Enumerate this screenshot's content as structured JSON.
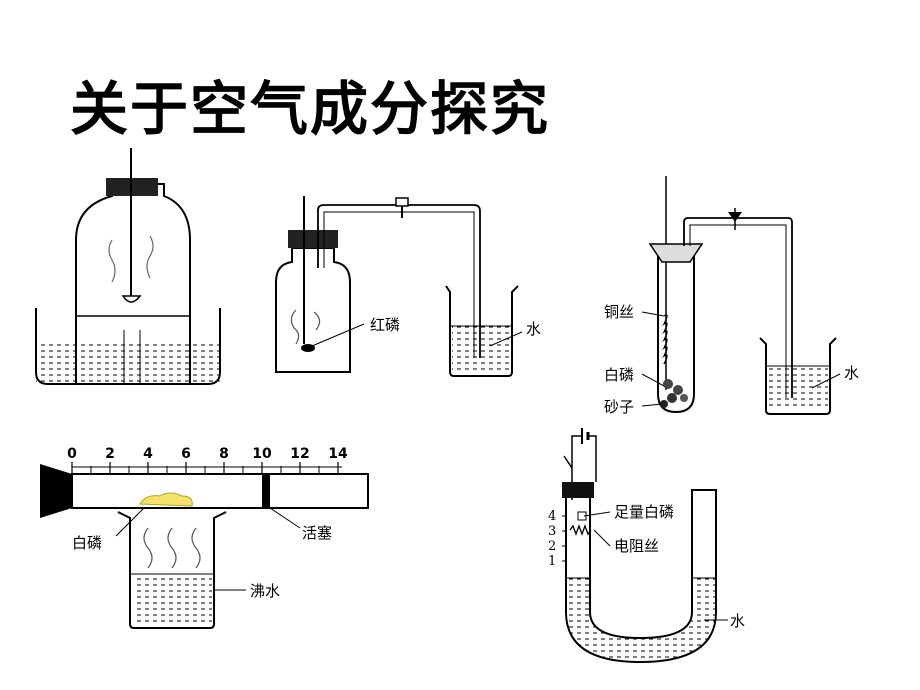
{
  "title": "关于空气成分探究",
  "fig2": {
    "phosphorus": "红磷",
    "water": "水"
  },
  "fig3": {
    "copper_wire": "铜丝",
    "white_phosphorus": "白磷",
    "sand": "砂子",
    "water": "水"
  },
  "fig4": {
    "ticks": [
      "0",
      "2",
      "4",
      "6",
      "8",
      "10",
      "12",
      "14"
    ],
    "white_phosphorus": "白磷",
    "piston": "活塞",
    "boiling_water": "沸水"
  },
  "fig5": {
    "scale": [
      "4",
      "3",
      "2",
      "1"
    ],
    "enough_phosphorus": "足量白磷",
    "resistor_wire": "电阻丝",
    "water": "水"
  }
}
